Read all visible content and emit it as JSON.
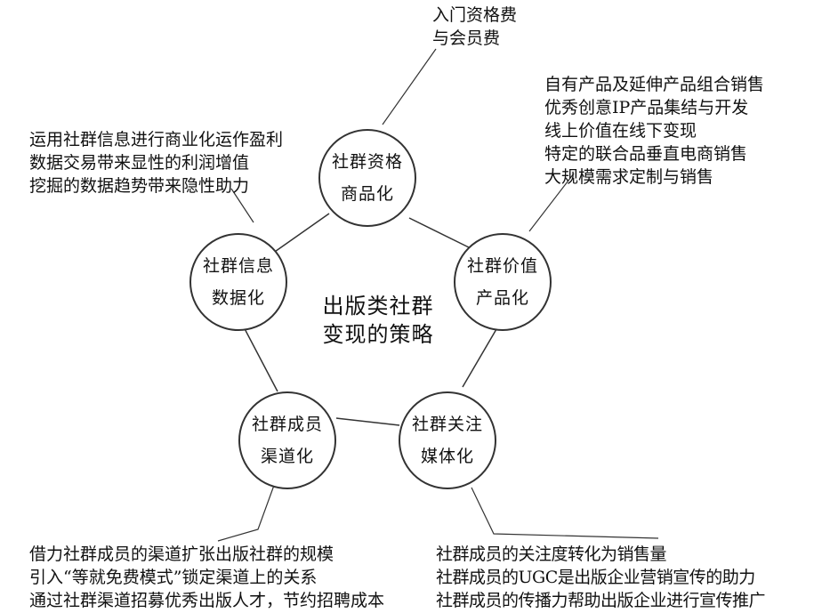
{
  "center": {
    "line1": "出版类社群",
    "line2": "变现的策略"
  },
  "nodes": {
    "qualification": {
      "line1": "社群资格",
      "line2": "商品化"
    },
    "value": {
      "line1": "社群价值",
      "line2": "产品化"
    },
    "attention": {
      "line1": "社群关注",
      "line2": "媒体化"
    },
    "member": {
      "line1": "社群成员",
      "line2": "渠道化"
    },
    "info": {
      "line1": "社群信息",
      "line2": "数据化"
    }
  },
  "notes": {
    "qualification": [
      "入门资格费",
      "与会员费"
    ],
    "value": [
      "自有产品及延伸产品组合销售",
      "优秀创意IP产品集结与开发",
      "线上价值在线下变现",
      "特定的联合品垂直电商销售",
      "大规模需求定制与销售"
    ],
    "info": [
      "运用社群信息进行商业化运作盈利",
      "数据交易带来显性的利润增值",
      "挖掘的数据趋势带来隐性助力"
    ],
    "member": [
      "借力社群成员的渠道扩张出版社群的规模",
      "引入“等就免费模式”锁定渠道上的关系",
      "通过社群渠道招募优秀出版人才，节约招聘成本"
    ],
    "attention": [
      "社群成员的关注度转化为销售量",
      "社群成员的UGC是出版企业营销宣传的助力",
      "社群成员的传播力帮助出版企业进行宣传推广"
    ]
  },
  "colors": {
    "stroke": "#333333",
    "text": "#111111",
    "background": "#ffffff"
  }
}
